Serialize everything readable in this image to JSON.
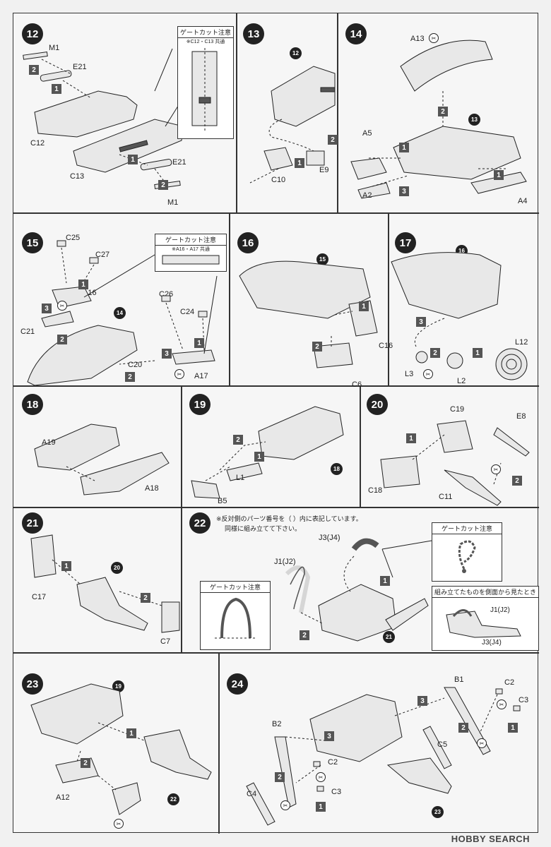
{
  "watermark": "HOBBY SEARCH",
  "gate_cut_title": "ゲートカット注意",
  "steps": {
    "s12": {
      "number": "12",
      "labels": {
        "m1a": "M1",
        "e21a": "E21",
        "c12": "C12",
        "c13": "C13",
        "e21b": "E21",
        "m1b": "M1"
      },
      "note_sub": "※C12・C13 共通"
    },
    "s13": {
      "number": "13",
      "ref": "12",
      "labels": {
        "c10": "C10",
        "e9": "E9"
      }
    },
    "s14": {
      "number": "14",
      "ref": "13",
      "labels": {
        "a13": "A13",
        "a5": "A5",
        "a2": "A2",
        "a4": "A4"
      }
    },
    "s15": {
      "number": "15",
      "ref": "14",
      "labels": {
        "c25": "C25",
        "c27": "C27",
        "a16": "A16",
        "c21": "C21",
        "c26": "C26",
        "c24": "C24",
        "c20": "C20",
        "a17": "A17"
      },
      "note_sub": "※A16・A17 共通"
    },
    "s16": {
      "number": "16",
      "ref": "15",
      "labels": {
        "c16": "C16",
        "c6": "C6"
      }
    },
    "s17": {
      "number": "17",
      "ref": "16",
      "labels": {
        "l12": "L12",
        "l3": "L3",
        "l2": "L2"
      }
    },
    "s18": {
      "number": "18",
      "labels": {
        "a19": "A19",
        "a18": "A18"
      }
    },
    "s19": {
      "number": "19",
      "ref": "18",
      "labels": {
        "l1": "L1",
        "b5": "B5"
      }
    },
    "s20": {
      "number": "20",
      "labels": {
        "c19": "C19",
        "e8": "E8",
        "c18": "C18",
        "c11": "C11"
      }
    },
    "s21": {
      "number": "21",
      "ref": "20",
      "labels": {
        "c17": "C17",
        "c7": "C7"
      }
    },
    "s22": {
      "number": "22",
      "ref": "21",
      "note_line1": "※反対側のパーツ番号を（ ）内に表記しています。",
      "note_line2": "同様に組み立てて下さい。",
      "labels": {
        "j3a": "J3(J4)",
        "j1a": "J1(J2)",
        "j1b": "J1(J2)",
        "j3b": "J3(J4)"
      },
      "side_view_title": "組み立てたものを側面から見たとき"
    },
    "s23": {
      "number": "23",
      "ref_top": "19",
      "ref_bottom": "22",
      "labels": {
        "a12": "A12"
      }
    },
    "s24": {
      "number": "24",
      "ref": "23",
      "labels": {
        "b1": "B1",
        "c2a": "C2",
        "c3a": "C3",
        "c5": "C5",
        "b2": "B2",
        "c2b": "C2",
        "c4": "C4",
        "c3b": "C3"
      }
    }
  },
  "order_markers": [
    "1",
    "2",
    "3"
  ]
}
